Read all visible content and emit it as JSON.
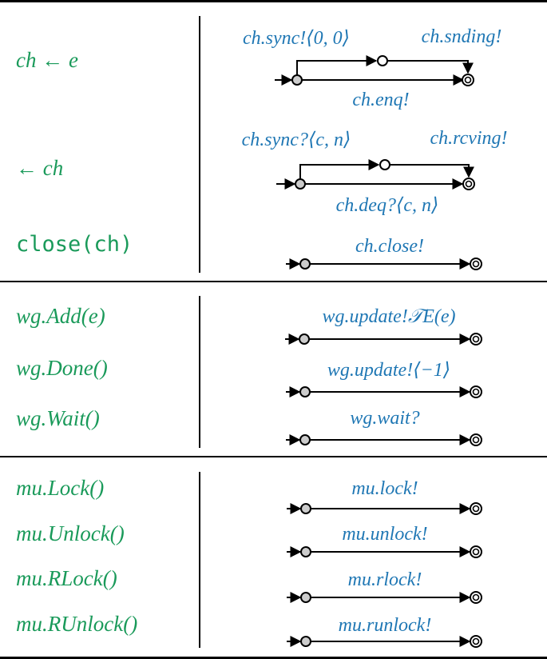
{
  "colors": {
    "statement": "#1a9a5a",
    "label": "#1f77b4",
    "line": "#000000",
    "state_fill": "#cccccc"
  },
  "sections": [
    {
      "rows": [
        {
          "statement": "ch ← e",
          "labels": {
            "top_left": "ch.sync!⟨0, 0⟩",
            "top_right": "ch.snding!",
            "bottom": "ch.enq!"
          },
          "automaton": "send"
        },
        {
          "statement": "← ch",
          "labels": {
            "top_left": "ch.sync?⟨c, n⟩",
            "top_right": "ch.rcving!",
            "bottom": "ch.deq?⟨c, n⟩"
          },
          "automaton": "receive"
        },
        {
          "statement": "close(ch)",
          "labels": {
            "top": "ch.close!"
          },
          "automaton": "simple"
        }
      ]
    },
    {
      "rows": [
        {
          "statement": "wg.Add(e)",
          "labels": {
            "top": "wg.update!𝒯E(e)"
          },
          "automaton": "simple"
        },
        {
          "statement": "wg.Done()",
          "labels": {
            "top": "wg.update!⟨−1⟩"
          },
          "automaton": "simple"
        },
        {
          "statement": "wg.Wait()",
          "labels": {
            "top": "wg.wait?"
          },
          "automaton": "simple"
        }
      ]
    },
    {
      "rows": [
        {
          "statement": "mu.Lock()",
          "labels": {
            "top": "mu.lock!"
          },
          "automaton": "simple"
        },
        {
          "statement": "mu.Unlock()",
          "labels": {
            "top": "mu.unlock!"
          },
          "automaton": "simple"
        },
        {
          "statement": "mu.RLock()",
          "labels": {
            "top": "mu.rlock!"
          },
          "automaton": "simple"
        },
        {
          "statement": "mu.RUnlock()",
          "labels": {
            "top": "mu.runlock!"
          },
          "automaton": "simple"
        }
      ]
    }
  ]
}
